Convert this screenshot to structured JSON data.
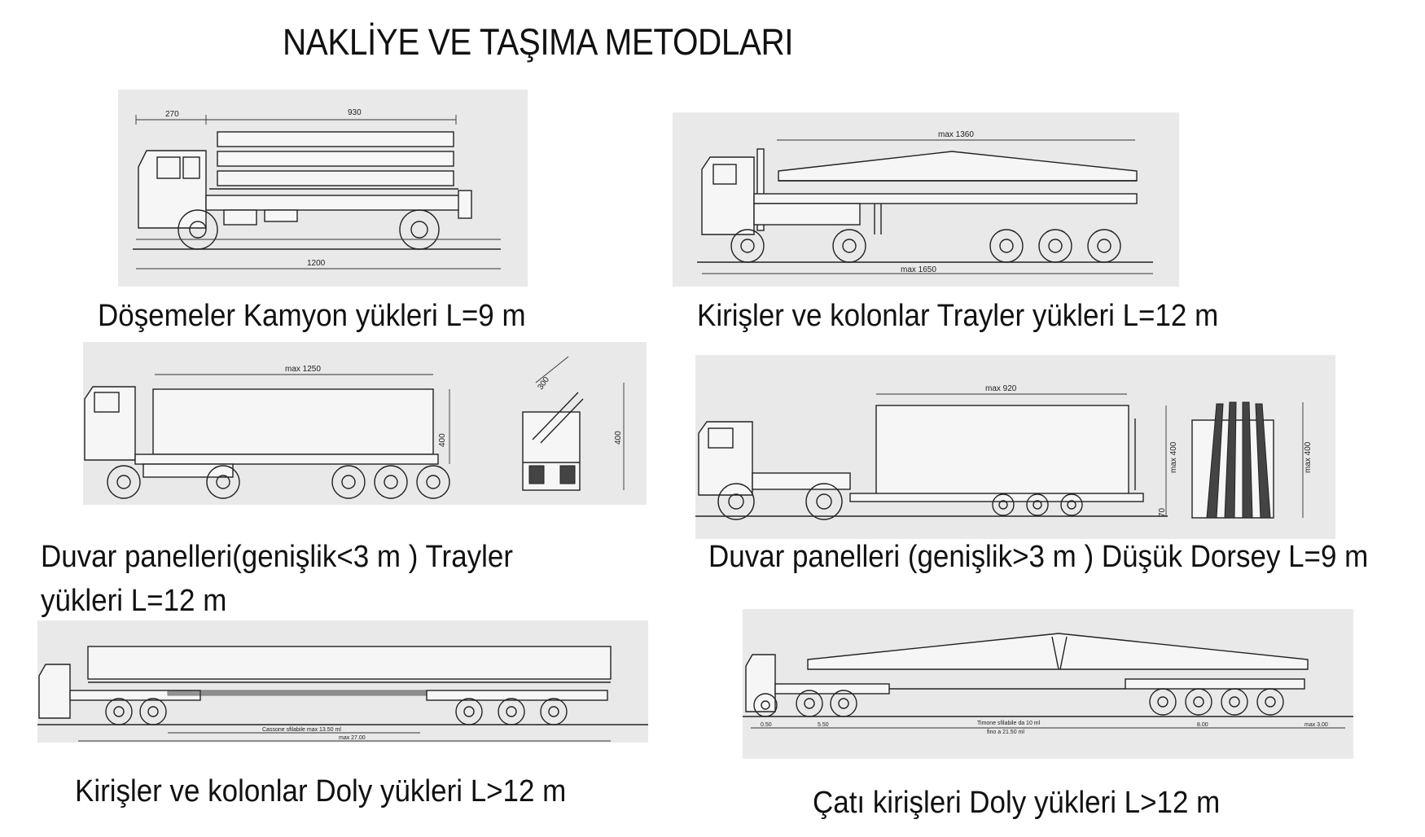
{
  "title": "NAKLİYE VE TAŞIMA METODLARI",
  "panels": [
    {
      "caption": "Döşemeler Kamyon yükleri L=9 m",
      "dims": [
        "270",
        "930",
        "1200"
      ]
    },
    {
      "caption": "Kirişler ve kolonlar Trayler yükleri L=12 m",
      "dims": [
        "max 1360",
        "max 1650"
      ]
    },
    {
      "caption_line1": "Duvar panelleri(genişlik<3 m )  Trayler",
      "caption_line2": "yükleri L=12 m",
      "dims": [
        "max 1250",
        "400",
        "300",
        "400"
      ]
    },
    {
      "caption": "Duvar panelleri (genişlik>3 m ) Düşük Dorsey L=9 m",
      "dims": [
        "max 920",
        "max 400",
        "70",
        "max 400"
      ]
    },
    {
      "caption": "Kirişler ve kolonlar Doly yükleri L>12 m",
      "dims": [
        "Cassone sfilabile max 13.50 ml",
        "max 27.00"
      ]
    },
    {
      "caption": "Çatı kirişleri Doly yükleri L>12 m",
      "dims": [
        "0.50",
        "5.50",
        "Timone sfilabile da 10 ml",
        "fino a 21.50 ml",
        "8.00",
        "max 3.00"
      ]
    }
  ]
}
